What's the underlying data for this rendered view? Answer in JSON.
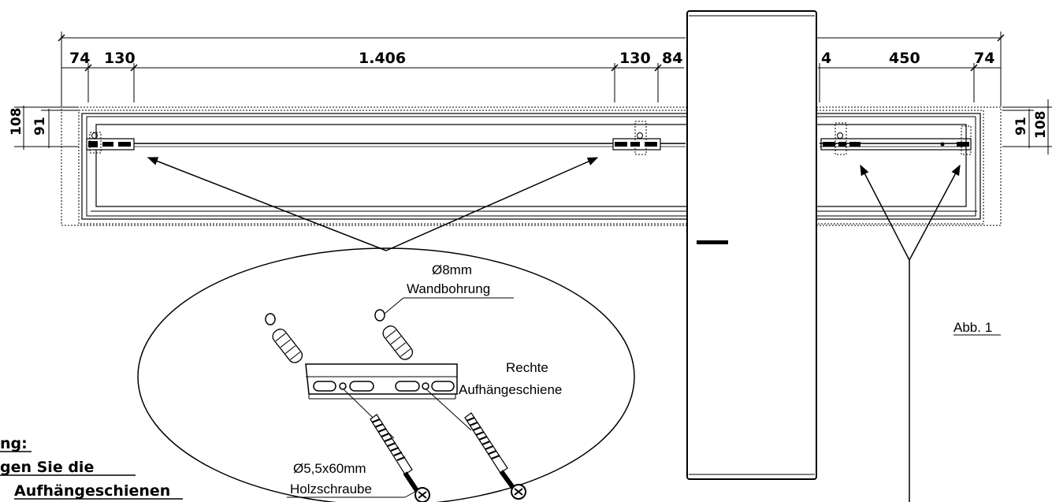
{
  "dimensions_top": {
    "d74_left": "74",
    "d130_left": "130",
    "d1406": "1.406",
    "d130_right": "130",
    "d84": "84",
    "d4": "4",
    "d450": "450",
    "d74_right": "74"
  },
  "dimensions_side": {
    "left_outer": "108",
    "left_inner": "91",
    "right_inner": "91",
    "right_outer": "108"
  },
  "labels": {
    "drill_diameter": "Ø8mm",
    "drill_text": "Wandbohrung",
    "rail_line1": "Rechte",
    "rail_line2": "Aufhängeschiene",
    "screw_size": "Ø5,5x60mm",
    "screw_text": "Holzschraube",
    "figure_ref": "Abb. 1"
  },
  "note": {
    "line1": "ng:",
    "line2": "gen Sie die",
    "line3": "Aufhängeschienen"
  }
}
